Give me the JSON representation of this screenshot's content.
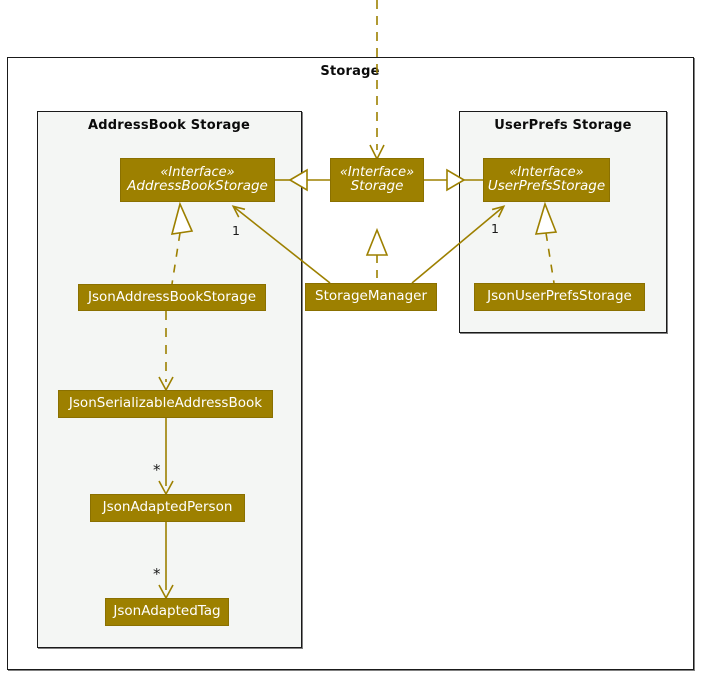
{
  "diagram": {
    "type": "uml-class-diagram",
    "colors": {
      "node_fill": "#9d8000",
      "node_text": "#ffffff",
      "edge": "#9d8000",
      "package_border": "#1a1a1a",
      "package_inner_fill": "#f4f6f4",
      "background": "#ffffff",
      "label_text": "#1a1a1a"
    }
  },
  "packages": {
    "outer": {
      "title": "Storage"
    },
    "addressbook": {
      "title": "AddressBook Storage"
    },
    "userprefs": {
      "title": "UserPrefs Storage"
    }
  },
  "nodes": {
    "address_book_storage": {
      "stereotype": "«Interface»",
      "name": "AddressBookStorage",
      "kind": "interface"
    },
    "storage": {
      "stereotype": "«Interface»",
      "name": "Storage",
      "kind": "interface"
    },
    "user_prefs_storage": {
      "stereotype": "«Interface»",
      "name": "UserPrefsStorage",
      "kind": "interface"
    },
    "json_address_book_storage": {
      "name": "JsonAddressBookStorage",
      "kind": "class"
    },
    "storage_manager": {
      "name": "StorageManager",
      "kind": "class"
    },
    "json_user_prefs_storage": {
      "name": "JsonUserPrefsStorage",
      "kind": "class"
    },
    "json_serializable_address_book": {
      "name": "JsonSerializableAddressBook",
      "kind": "class"
    },
    "json_adapted_person": {
      "name": "JsonAdaptedPerson",
      "kind": "class"
    },
    "json_adapted_tag": {
      "name": "JsonAdaptedTag",
      "kind": "class"
    }
  },
  "multiplicities": {
    "storage_manager_to_address_book_storage": "1",
    "storage_manager_to_user_prefs_storage": "1",
    "serializable_to_person": "*",
    "person_to_tag": "*"
  },
  "edges": [
    {
      "from": "storage",
      "to": "address_book_storage",
      "type": "generalization"
    },
    {
      "from": "storage",
      "to": "user_prefs_storage",
      "type": "generalization"
    },
    {
      "from": "storage_manager",
      "to": "storage",
      "type": "realization"
    },
    {
      "from": "json_address_book_storage",
      "to": "address_book_storage",
      "type": "realization"
    },
    {
      "from": "json_user_prefs_storage",
      "to": "user_prefs_storage",
      "type": "realization"
    },
    {
      "from": "storage_manager",
      "to": "address_book_storage",
      "type": "association",
      "label": "1"
    },
    {
      "from": "storage_manager",
      "to": "user_prefs_storage",
      "type": "association",
      "label": "1"
    },
    {
      "from": "json_address_book_storage",
      "to": "json_serializable_address_book",
      "type": "dependency"
    },
    {
      "from": "json_serializable_address_book",
      "to": "json_adapted_person",
      "type": "association",
      "label": "*"
    },
    {
      "from": "json_adapted_person",
      "to": "json_adapted_tag",
      "type": "association",
      "label": "*"
    },
    {
      "from": "external",
      "to": "storage",
      "type": "dependency"
    }
  ]
}
